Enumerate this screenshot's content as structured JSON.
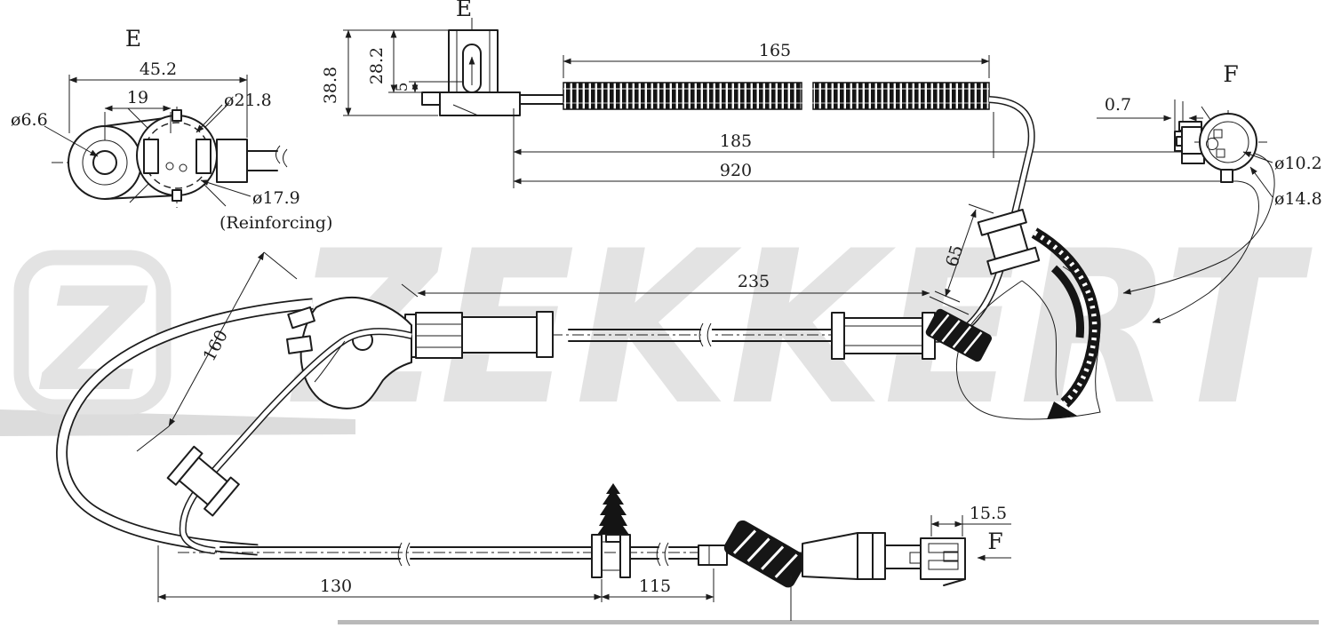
{
  "drawing": {
    "type": "ABS wheel speed sensor technical drawing",
    "colors": {
      "line": "#1c1c1c",
      "watermark": "#e3e3e3",
      "background": "#ffffff"
    }
  },
  "watermark": {
    "letter": "Z",
    "wordmark": "ZEKKERT"
  },
  "labels": {
    "view_e": "E",
    "view_e_arrow": "E",
    "view_f": "F",
    "view_f_arrow": "F",
    "reinforcing": "(Reinforcing)"
  },
  "dims": {
    "d45_2": "45.2",
    "d19": "19",
    "d21_8": "ø21.8",
    "d6_6": "ø6.6",
    "d17_9": "ø17.9",
    "d38_8": "38.8",
    "d28_2": "28.2",
    "d5": "5",
    "d165": "165",
    "d185": "185",
    "d920": "920",
    "d0_7": "0.7",
    "d10_2": "ø10.2",
    "d14_8": "ø14.8",
    "d235": "235",
    "d65": "65",
    "d160": "160",
    "d130": "130",
    "d115": "115",
    "d15_5": "15.5"
  }
}
